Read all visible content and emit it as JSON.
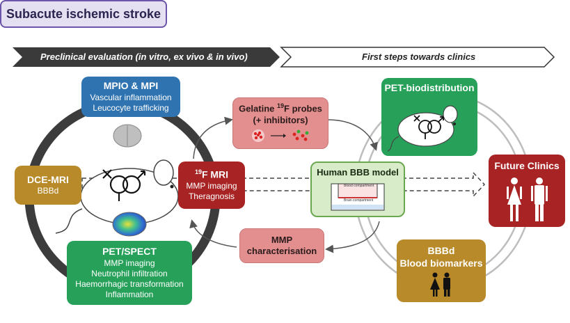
{
  "title": "Subacute ischemic stroke",
  "banners": {
    "left": "Preclinical evaluation (in vitro, ex vivo & in vivo)",
    "right": "First steps towards clinics"
  },
  "colors": {
    "blue": "#2f73b0",
    "gold": "#b88a2a",
    "red": "#a82424",
    "green": "#27a05a",
    "pink": "#e38f8f",
    "light_green": "#d9ecc9",
    "banner_dark": "#3a3a3a"
  },
  "nodes": {
    "mpio": {
      "title": "MPIO & MPI",
      "lines": [
        "Vascular inflammation",
        "Leucocyte trafficking"
      ]
    },
    "dce": {
      "title": "DCE-MRI",
      "lines": [
        "BBBd"
      ]
    },
    "fmri": {
      "title_pre": "19",
      "title_post": "F MRI",
      "lines": [
        "MMP imaging",
        "Theragnosis"
      ]
    },
    "pet_spect": {
      "title": "PET/SPECT",
      "lines": [
        "MMP imaging",
        "Neutrophil infiltration",
        "Haemorrhagic transformation",
        "Inflammation"
      ]
    },
    "gelatine": {
      "title_pre": "Gelatine ",
      "title_sup": "19",
      "title_post": "F probes",
      "subtitle": "(+ inhibitors)"
    },
    "mmp_char": {
      "lines": [
        "MMP",
        "characterisation"
      ]
    },
    "bbb_model": {
      "title": "Human BBB model",
      "labels": [
        "Blood compartment",
        "Brain compartment"
      ]
    },
    "pet_bio": {
      "title": "PET-biodistribution"
    },
    "future": {
      "title": "Future Clinics"
    },
    "biomarkers": {
      "lines": [
        "BBBd",
        "Blood biomarkers"
      ]
    }
  },
  "icons": [
    "mouse-icon",
    "sex-symbols-icon",
    "brain-slice-icon",
    "brain-heatmap-icon",
    "probe-particles-icon",
    "woman-icon",
    "man-icon",
    "people-icon"
  ]
}
